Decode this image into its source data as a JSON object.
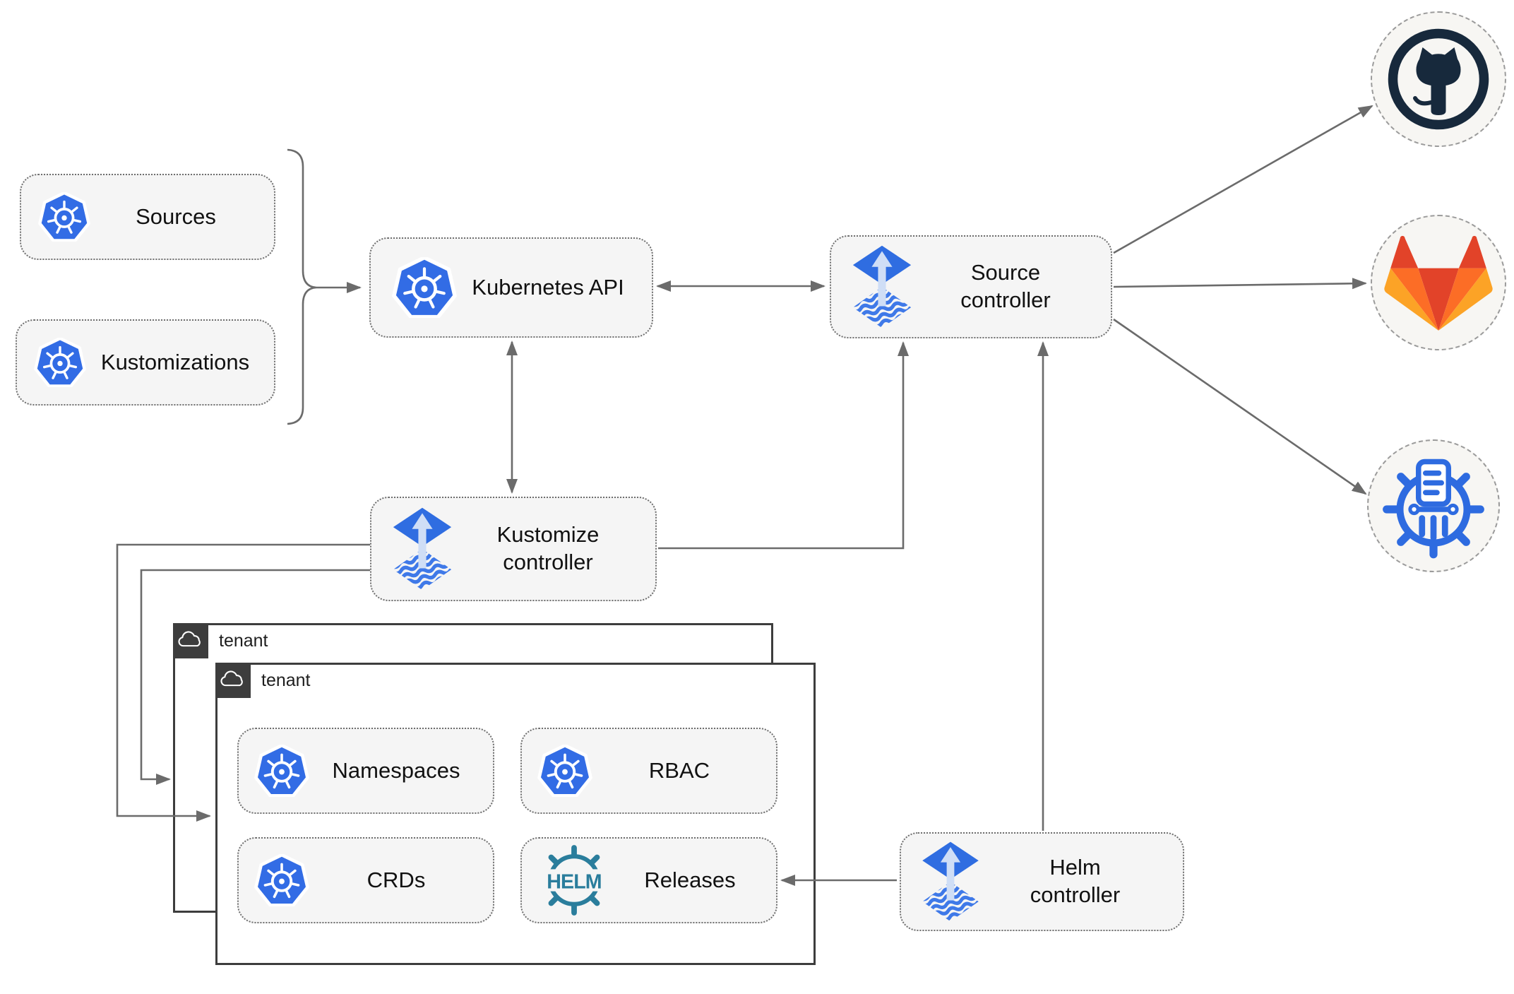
{
  "nodes": {
    "sources": {
      "label": "Sources",
      "icon": "kubernetes"
    },
    "kustomizations": {
      "label": "Kustomizations",
      "icon": "kubernetes"
    },
    "kubernetes_api": {
      "label": "Kubernetes API",
      "icon": "kubernetes"
    },
    "source_controller": {
      "line1": "Source",
      "line2": "controller",
      "icon": "flux"
    },
    "kustomize_controller": {
      "line1": "Kustomize",
      "line2": "controller",
      "icon": "flux"
    },
    "helm_controller": {
      "line1": "Helm",
      "line2": "controller",
      "icon": "flux"
    },
    "namespaces": {
      "label": "Namespaces",
      "icon": "kubernetes"
    },
    "rbac": {
      "label": "RBAC",
      "icon": "kubernetes"
    },
    "crds": {
      "label": "CRDs",
      "icon": "kubernetes"
    },
    "releases": {
      "label": "Releases",
      "icon": "helm-wheel",
      "icon_text": "HELM"
    }
  },
  "tenants": {
    "back": {
      "label": "tenant"
    },
    "front": {
      "label": "tenant"
    }
  },
  "endpoints": {
    "github": {
      "icon": "github-octocat"
    },
    "gitlab": {
      "icon": "gitlab-tanuki"
    },
    "chartmuseum": {
      "icon": "chartmuseum-wheel"
    }
  },
  "colors": {
    "box_fill": "#f5f5f5",
    "box_border": "#6e6e6e",
    "line": "#6b6b6b",
    "tenant_border": "#3d3d3d",
    "kubernetes_blue": "#326ce5",
    "flux_blue": "#2f6de1",
    "flux_light": "#cfdef6",
    "helm_teal": "#2a7d9c",
    "github_dark": "#17293c",
    "gitlab_red": "#e24329",
    "gitlab_orange": "#fc6d26",
    "gitlab_amber": "#fca326",
    "chartmuseum_blue": "#2e6be0"
  }
}
